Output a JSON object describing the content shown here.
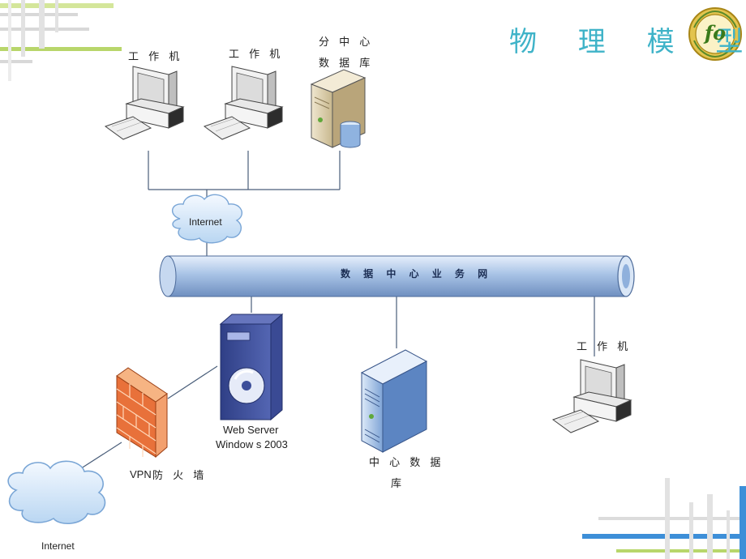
{
  "title": "物 理 模 型",
  "logo": {
    "text": "fo"
  },
  "nodes": {
    "workstation_1": "工 作 机",
    "workstation_2": "工 作 机",
    "branch_db_line1": "分 中 心",
    "branch_db_line2": "数 据 库",
    "internet_top": "Internet",
    "network": "数 据 中 心 业 务 网",
    "web_server_line1": "Web Server",
    "web_server_line2": "Window s 2003",
    "vpn_firewall_en": "VPN",
    "vpn_firewall_zh": "防 火 墙",
    "center_db_line1": "中 心 数 据",
    "center_db_line2": "库",
    "workstation_3": "工 作 机",
    "internet_bottom": "Internet"
  },
  "colors": {
    "title": "#3fb3c8",
    "pipe": "#a9c4e8",
    "server": "#3d4f9a",
    "firewall": "#e0733a",
    "cloud": "#c9e0f6",
    "deco_green": "#b8d66b",
    "deco_blue": "#3d8fd8"
  }
}
